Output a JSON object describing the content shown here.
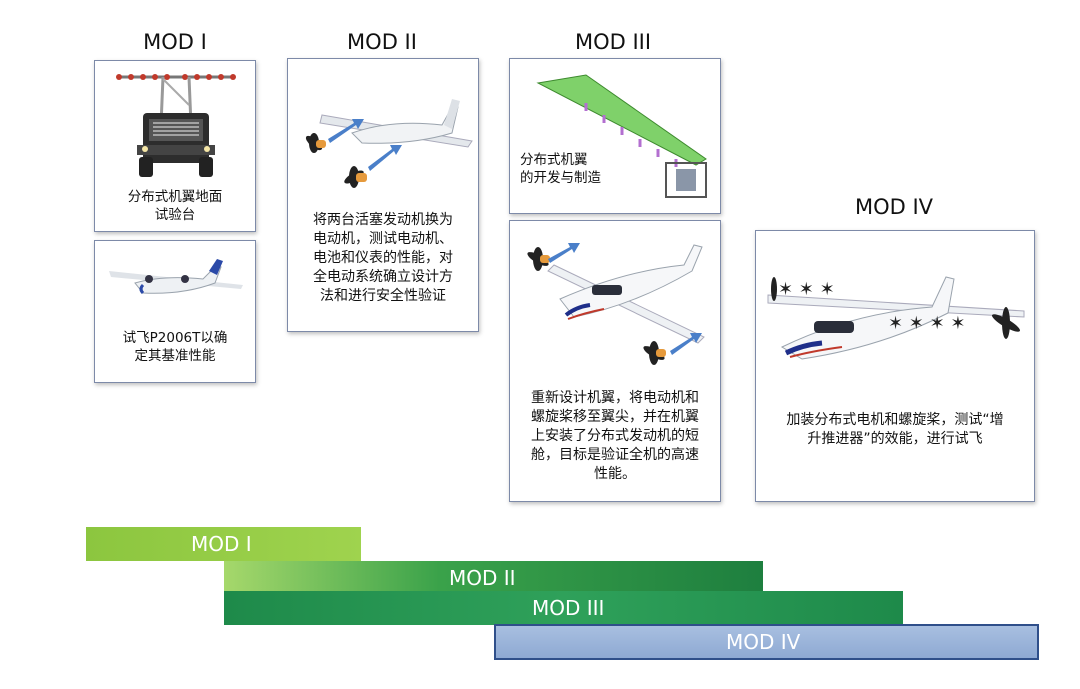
{
  "phases": {
    "mod1_title": "MOD I",
    "mod2_title": "MOD II",
    "mod3_title": "MOD III",
    "mod4_title": "MOD IV"
  },
  "cards": {
    "mod1_ground": "分布式机翼地面\n试验台",
    "mod1_flight": "试飞P2006T以确\n定其基准性能",
    "mod2": "将两台活塞发动机换为\n电动机，测试电动机、\n电池和仪表的性能，对\n全电动系统确立设计方\n法和进行安全性验证",
    "mod3_wing": "分布式机翼\n的开发与制造",
    "mod3_redesign": "重新设计机翼，将电动机和\n螺旋桨移至翼尖，并在机翼\n上安装了分布式发动机的短\n舱，目标是验证全机的高速\n性能。",
    "mod4": "加装分布式电机和螺旋桨，测试“增\n升推进器”的效能，进行试飞"
  },
  "timeline": {
    "bar1": "MOD I",
    "bar2": "MOD II",
    "bar3": "MOD III",
    "bar4": "MOD IV"
  },
  "colors": {
    "mod1_bar": "#8cc63f",
    "mod2_bar": "#3aa24a",
    "mod3_bar": "#1e8a4a",
    "mod4_bar": "#8ea9d3",
    "card_border": "#7d8aa8",
    "arrow": "#4a7fc9"
  }
}
